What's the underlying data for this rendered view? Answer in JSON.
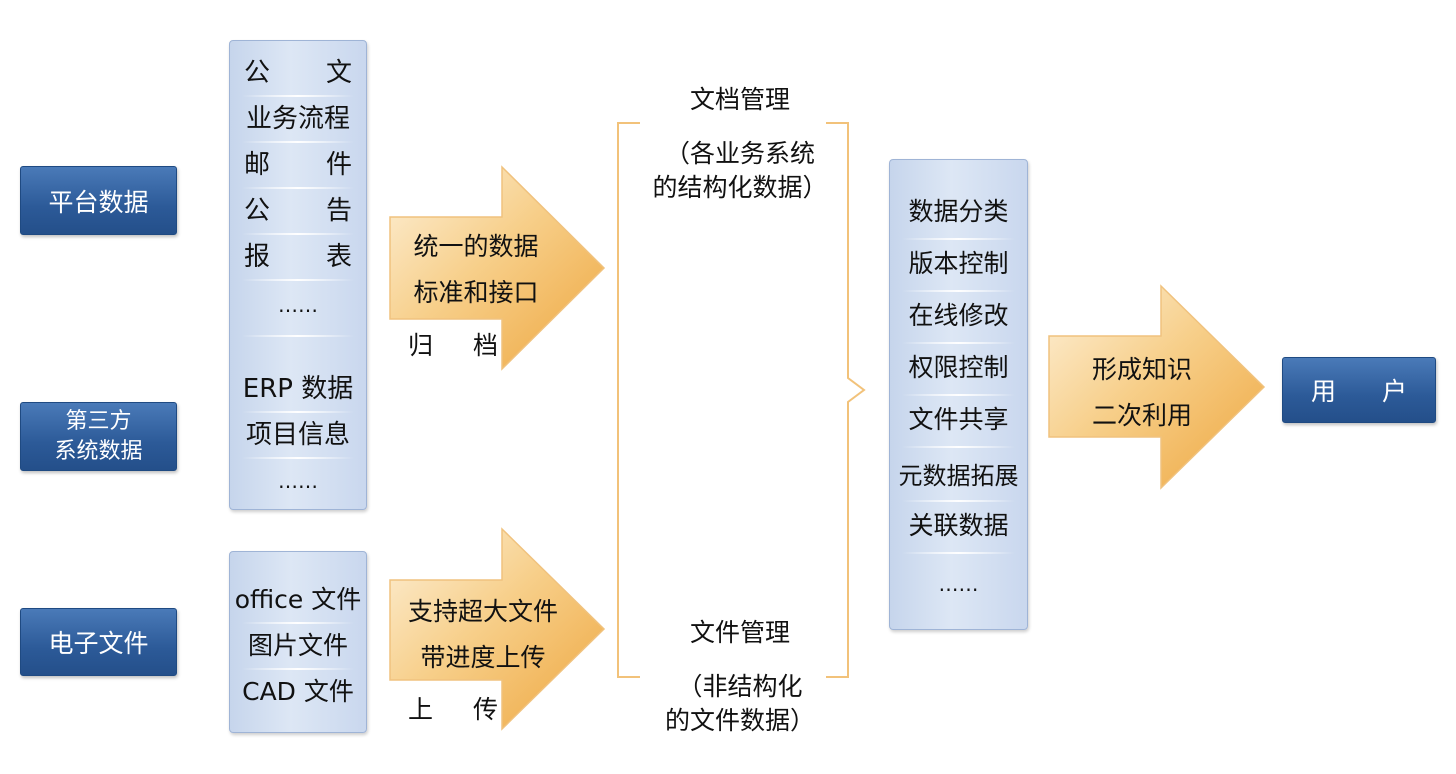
{
  "sources": {
    "platform": "平台数据",
    "third_party": [
      "第三方",
      "系统数据"
    ],
    "electronic": "电子文件"
  },
  "platform_list": {
    "items": [
      [
        "公",
        "文"
      ],
      "业务流程",
      [
        "邮",
        "件"
      ],
      [
        "公",
        "告"
      ],
      [
        "报",
        "表"
      ],
      "……",
      "ERP 数据",
      "项目信息",
      "……"
    ]
  },
  "file_list": {
    "items": [
      "office 文件",
      "图片文件",
      "CAD 文件"
    ]
  },
  "arrow_archive": {
    "line1": "统一的数据",
    "line2": "标准和接口",
    "caption": [
      "归",
      "档"
    ]
  },
  "arrow_upload": {
    "line1": "支持超大文件",
    "line2": "带进度上传",
    "caption": [
      "上",
      "传"
    ]
  },
  "doc_management": {
    "title": "文档管理",
    "desc": [
      "（各业务系统",
      "的结构化数据）"
    ]
  },
  "file_management": {
    "title": "文件管理",
    "desc": [
      "（非结构化",
      "的文件数据）"
    ]
  },
  "features": {
    "items": [
      "数据分类",
      "版本控制",
      "在线修改",
      "权限控制",
      "文件共享",
      "元数据拓展",
      "关联数据",
      "……"
    ]
  },
  "arrow_knowledge": {
    "line1": "形成知识",
    "line2": "二次利用"
  },
  "user": [
    "用",
    "户"
  ],
  "colors": {
    "source_box": "#2c5a98",
    "list_panel": "#d3dff0",
    "arrow_fill": "#f0b04e",
    "bracket": "#f2c27a"
  }
}
